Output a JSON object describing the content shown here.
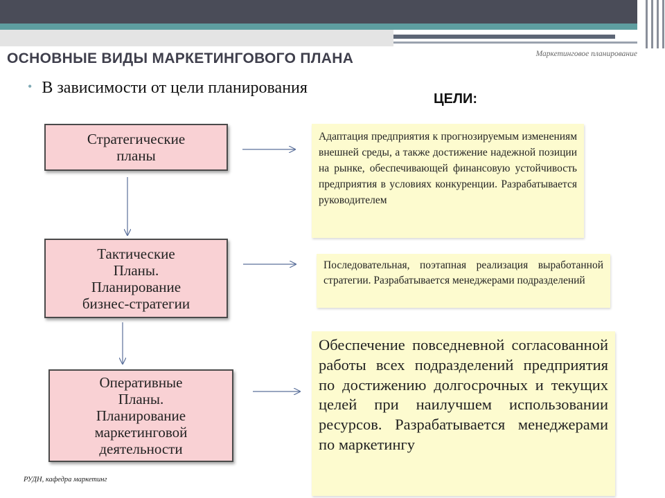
{
  "header": {
    "title": "ОСНОВНЫЕ ВИДЫ МАРКЕТИНГОВОГО ПЛАНА",
    "topic": "Маркетинговое планирование"
  },
  "bullet": "В зависимости от цели планирования",
  "goals_title": "ЦЕЛИ:",
  "plans": [
    {
      "label": "Стратегические\nпланы"
    },
    {
      "label": "Тактические\nПланы.\nПланирование\nбизнес-стратегии"
    },
    {
      "label": "Оперативные\nПланы.\nПланирование\nмаркетинговой\nдеятельности"
    }
  ],
  "goals": [
    "Адаптация предприятия к прогнозируемым изменениям внешней среды, а также достижение надежной позиции на рынке, обеспечивающей финансовую устойчивость предприятия в условиях конкуренции. Разрабатывается руководителем",
    "Последовательная, поэтапная реализация выработанной стратегии. Разрабатывается менеджерами подразделений",
    "Обеспечение повседневной согласованной работы всех подразделений предприятия по достижению долгосрочных и текущих целей при наилучшем использовании ресурсов. Разрабатывается менеджерами по маркетингу"
  ],
  "footer": "РУДН, кафедра маркетинг",
  "colors": {
    "plan_fill": "#f9d1d4",
    "goal_fill": "#fdfbcf",
    "arrow": "#5a6f9a",
    "header_bar": "#4a4c58",
    "teal_band": "#5e9ea0"
  }
}
